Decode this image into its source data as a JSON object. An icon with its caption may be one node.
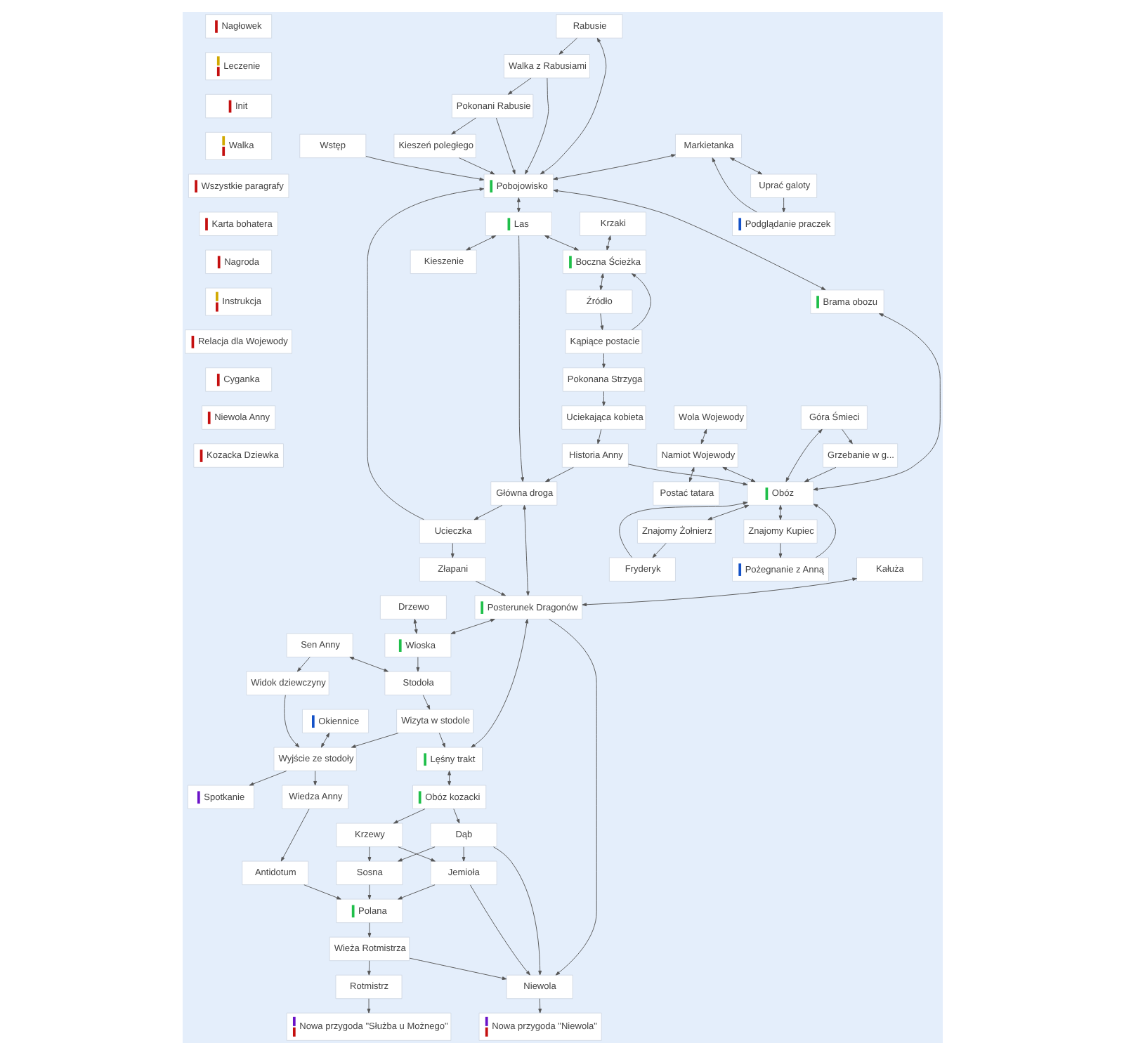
{
  "diagram": {
    "nodes": [
      {
        "text": [
          "Nagłowek"
        ]
      },
      {
        "text": [
          "Leczenie"
        ]
      },
      {
        "text": [
          "Init"
        ]
      },
      {
        "text": [
          "Walka"
        ]
      },
      {
        "text": [
          "Wszystkie paragrafy"
        ]
      },
      {
        "text": [
          "Karta bohatera"
        ]
      },
      {
        "text": [
          "Nagroda"
        ]
      },
      {
        "text": [
          "Instrukcja"
        ]
      },
      {
        "text": [
          "Rabusie"
        ]
      },
      {
        "text": [
          "Markietanka"
        ]
      },
      {
        "text": [
          "Podglądanie praczek"
        ]
      },
      {
        "text": [
          "Walka z Rabusiami"
        ]
      },
      {
        "text": [
          "Uprać galoty"
        ]
      },
      {
        "text": [
          "Góra Śmieci"
        ]
      },
      {
        "text": [
          "Grzebanie w g..."
        ]
      },
      {
        "text": [
          "Wola Wojewody"
        ]
      },
      {
        "text": [
          "Namiot Wojewody"
        ]
      },
      {
        "text": [
          "Wstęp"
        ]
      },
      {
        "text": [
          "Postać tatara"
        ]
      },
      {
        "text": [
          "Pokonani Rabusie"
        ]
      },
      {
        "text": [
          "Pobojowisko"
        ]
      },
      {
        "text": [
          "Brama obozu"
        ]
      },
      {
        "text": [
          "Obóz"
        ]
      },
      {
        "text": [
          "Znajomy Żołnierz"
        ]
      },
      {
        "text": [
          "Krzaki"
        ]
      },
      {
        "text": [
          "Kąpiące postacie"
        ]
      },
      {
        "text": [
          "Kieszeń poległego"
        ]
      },
      {
        "text": [
          "Fryderyk"
        ]
      },
      {
        "text": [
          "Boczna Ścieżka"
        ]
      },
      {
        "text": [
          "Źródło"
        ]
      },
      {
        "text": [
          "Pokonana Strzyga"
        ]
      },
      {
        "text": [
          "Las"
        ]
      },
      {
        "text": [
          "Znajomy Kupiec"
        ]
      },
      {
        "text": [
          "Uciekająca kobieta"
        ]
      },
      {
        "text": [
          "Kieszenie"
        ]
      },
      {
        "text": [
          "Ucieczka"
        ]
      },
      {
        "text": [
          "Historia Anny"
        ]
      },
      {
        "text": [
          "Pożegnanie z Anną"
        ]
      },
      {
        "text": [
          "Główna droga"
        ]
      },
      {
        "text": [
          "Złapani"
        ]
      },
      {
        "text": [
          "Drzewo"
        ]
      },
      {
        "text": [
          "Sen Anny"
        ]
      },
      {
        "text": [
          "Widok dziewczyny"
        ]
      },
      {
        "text": [
          "Okiennice"
        ]
      },
      {
        "text": [
          "Spotkanie"
        ]
      },
      {
        "text": [
          "Kałuża"
        ]
      },
      {
        "text": [
          "Posterunek Dragonów"
        ]
      },
      {
        "text": [
          "Wioska"
        ]
      },
      {
        "text": [
          "Stodoła"
        ]
      },
      {
        "text": [
          "Wizyta w stodole"
        ]
      },
      {
        "text": [
          "Wyjście ze stodoły"
        ]
      },
      {
        "text": [
          "Wiedza Anny"
        ]
      },
      {
        "text": [
          "Antidotum"
        ]
      },
      {
        "text": [
          "Relacja dla Wojewody"
        ]
      },
      {
        "text": [
          "Krzewy"
        ]
      },
      {
        "text": [
          "Sosna"
        ]
      },
      {
        "text": [
          "Lęśny trakt"
        ]
      },
      {
        "text": [
          "Obóz kozacki"
        ]
      },
      {
        "text": [
          "Polana"
        ]
      },
      {
        "text": [
          "Nowa przygoda \"Służba u Możnego\""
        ]
      },
      {
        "text": [
          "Dąb"
        ]
      },
      {
        "text": [
          "Jemioła"
        ]
      },
      {
        "text": [
          "Wieża Rotmistrza"
        ]
      },
      {
        "text": [
          "Rotmistrz"
        ]
      },
      {
        "text": [
          "Cyganka"
        ]
      },
      {
        "text": [
          "Niewola"
        ]
      },
      {
        "text": [
          "Nowa przygoda \"Niewola\""
        ]
      },
      {
        "text": [
          "Niewola Anny"
        ]
      },
      {
        "text": [
          "Kozacka Dziewka"
        ]
      }
    ],
    "edges": [
      {
        "from": 8,
        "to": 11,
        "arrow": "to"
      },
      {
        "from": 8,
        "to": 20,
        "arrow": "both"
      },
      {
        "from": 9,
        "to": 20,
        "arrow": "both"
      },
      {
        "from": 10,
        "to": 9,
        "arrow": "to"
      },
      {
        "from": 9,
        "to": 12,
        "arrow": "both"
      },
      {
        "from": 12,
        "to": 10,
        "arrow": "to"
      },
      {
        "from": 11,
        "to": 19,
        "arrow": "to"
      },
      {
        "from": 11,
        "to": 20,
        "arrow": "to"
      },
      {
        "from": 17,
        "to": 20,
        "arrow": "to"
      },
      {
        "from": 19,
        "to": 20,
        "arrow": "to"
      },
      {
        "from": 19,
        "to": 26,
        "arrow": "to"
      },
      {
        "from": 26,
        "to": 20,
        "arrow": "to"
      },
      {
        "from": 20,
        "to": 21,
        "arrow": "both"
      },
      {
        "from": 21,
        "to": 22,
        "arrow": "both"
      },
      {
        "from": 13,
        "to": 22,
        "arrow": "both"
      },
      {
        "from": 13,
        "to": 14,
        "arrow": "to"
      },
      {
        "from": 14,
        "to": 22,
        "arrow": "to"
      },
      {
        "from": 15,
        "to": 16,
        "arrow": "both"
      },
      {
        "from": 16,
        "to": 22,
        "arrow": "both"
      },
      {
        "from": 16,
        "to": 18,
        "arrow": "both"
      },
      {
        "from": 22,
        "to": 23,
        "arrow": "both"
      },
      {
        "from": 23,
        "to": 27,
        "arrow": "to"
      },
      {
        "from": 27,
        "to": 22,
        "arrow": "to"
      },
      {
        "from": 22,
        "to": 32,
        "arrow": "both"
      },
      {
        "from": 32,
        "to": 37,
        "arrow": "to"
      },
      {
        "from": 37,
        "to": 22,
        "arrow": "to"
      },
      {
        "from": 35,
        "to": 20,
        "arrow": "to"
      },
      {
        "from": 20,
        "to": 31,
        "arrow": "both"
      },
      {
        "from": 24,
        "to": 28,
        "arrow": "both"
      },
      {
        "from": 25,
        "to": 28,
        "arrow": "to"
      },
      {
        "from": 29,
        "to": 25,
        "arrow": "to"
      },
      {
        "from": 28,
        "to": 29,
        "arrow": "both"
      },
      {
        "from": 25,
        "to": 30,
        "arrow": "to"
      },
      {
        "from": 30,
        "to": 33,
        "arrow": "to"
      },
      {
        "from": 33,
        "to": 36,
        "arrow": "to"
      },
      {
        "from": 36,
        "to": 22,
        "arrow": "to"
      },
      {
        "from": 36,
        "to": 38,
        "arrow": "to"
      },
      {
        "from": 31,
        "to": 28,
        "arrow": "both"
      },
      {
        "from": 31,
        "to": 34,
        "arrow": "both"
      },
      {
        "from": 31,
        "to": 38,
        "arrow": "to"
      },
      {
        "from": 38,
        "to": 35,
        "arrow": "to"
      },
      {
        "from": 35,
        "to": 39,
        "arrow": "to"
      },
      {
        "from": 39,
        "to": 46,
        "arrow": "to"
      },
      {
        "from": 38,
        "to": 46,
        "arrow": "both"
      },
      {
        "from": 45,
        "to": 46,
        "arrow": "both"
      },
      {
        "from": 46,
        "to": 47,
        "arrow": "both"
      },
      {
        "from": 46,
        "to": 56,
        "arrow": "both"
      },
      {
        "from": 46,
        "to": 65,
        "arrow": "to"
      },
      {
        "from": 40,
        "to": 47,
        "arrow": "both"
      },
      {
        "from": 47,
        "to": 48,
        "arrow": "to"
      },
      {
        "from": 41,
        "to": 48,
        "arrow": "both"
      },
      {
        "from": 41,
        "to": 42,
        "arrow": "to"
      },
      {
        "from": 48,
        "to": 49,
        "arrow": "to"
      },
      {
        "from": 42,
        "to": 50,
        "arrow": "to"
      },
      {
        "from": 49,
        "to": 50,
        "arrow": "to"
      },
      {
        "from": 49,
        "to": 56,
        "arrow": "to"
      },
      {
        "from": 43,
        "to": 50,
        "arrow": "both"
      },
      {
        "from": 50,
        "to": 44,
        "arrow": "to"
      },
      {
        "from": 50,
        "to": 51,
        "arrow": "to"
      },
      {
        "from": 51,
        "to": 52,
        "arrow": "to"
      },
      {
        "from": 52,
        "to": 58,
        "arrow": "to"
      },
      {
        "from": 56,
        "to": 57,
        "arrow": "both"
      },
      {
        "from": 57,
        "to": 54,
        "arrow": "to"
      },
      {
        "from": 57,
        "to": 60,
        "arrow": "to"
      },
      {
        "from": 54,
        "to": 55,
        "arrow": "to"
      },
      {
        "from": 54,
        "to": 61,
        "arrow": "to"
      },
      {
        "from": 60,
        "to": 55,
        "arrow": "to"
      },
      {
        "from": 60,
        "to": 61,
        "arrow": "to"
      },
      {
        "from": 55,
        "to": 58,
        "arrow": "to"
      },
      {
        "from": 61,
        "to": 58,
        "arrow": "to"
      },
      {
        "from": 58,
        "to": 62,
        "arrow": "to"
      },
      {
        "from": 62,
        "to": 63,
        "arrow": "to"
      },
      {
        "from": 63,
        "to": 59,
        "arrow": "to"
      },
      {
        "from": 62,
        "to": 65,
        "arrow": "to"
      },
      {
        "from": 60,
        "to": 65,
        "arrow": "to"
      },
      {
        "from": 61,
        "to": 65,
        "arrow": "to"
      },
      {
        "from": 65,
        "to": 66,
        "arrow": "to"
      }
    ]
  }
}
